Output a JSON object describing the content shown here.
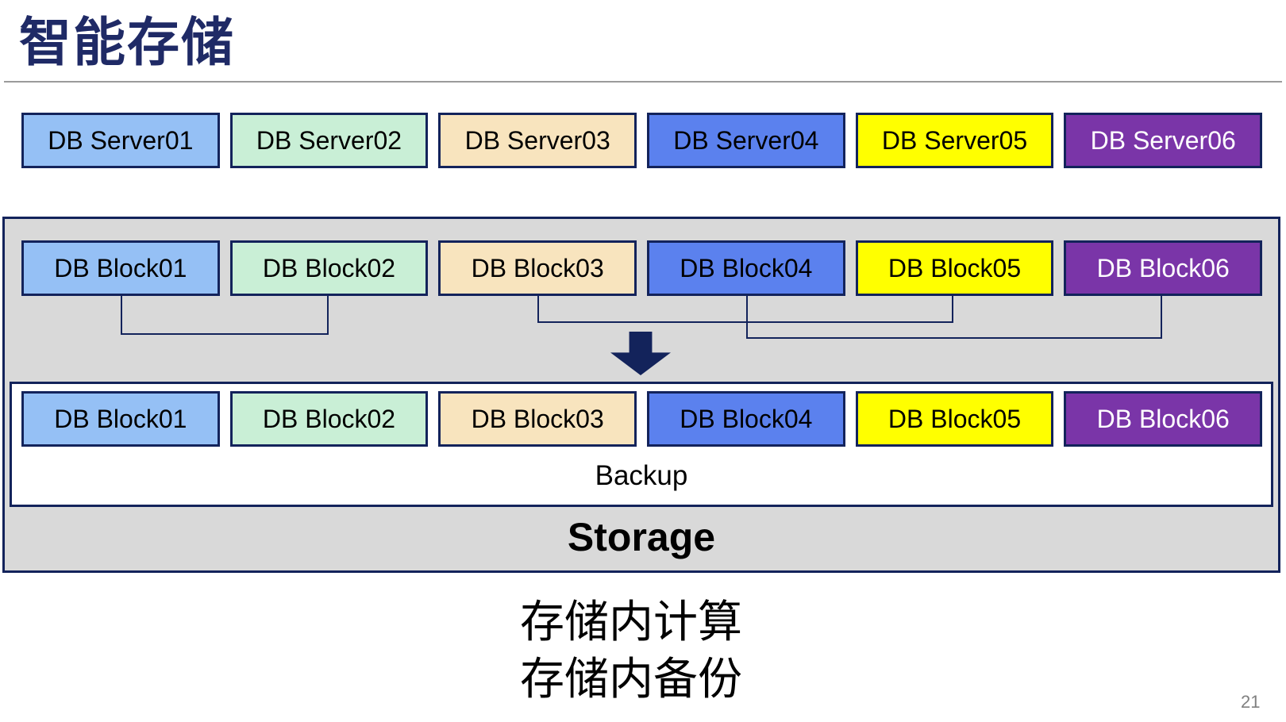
{
  "title": "智能存储",
  "page_number": "21",
  "captions": [
    "存储内计算",
    "存储内备份"
  ],
  "backup_label": "Backup",
  "storage_label": "Storage",
  "palette": {
    "title_color": "#1F2A66",
    "line_color": "#13235B",
    "container_fill": "#D9D9D9",
    "divider_color": "#9B9B9B",
    "page_number_color": "#808080"
  },
  "server_row": [
    {
      "label": "DB Server01",
      "fill": "#95C0F5",
      "text_color": "#000000"
    },
    {
      "label": "DB Server02",
      "fill": "#C9EFD6",
      "text_color": "#000000"
    },
    {
      "label": "DB Server03",
      "fill": "#F8E4BE",
      "text_color": "#000000"
    },
    {
      "label": "DB Server04",
      "fill": "#5B81EE",
      "text_color": "#000000"
    },
    {
      "label": "DB Server05",
      "fill": "#FFFF00",
      "text_color": "#000000"
    },
    {
      "label": "DB Server06",
      "fill": "#7A35A8",
      "text_color": "#FFFFFF"
    }
  ],
  "blocks": {
    "top": [
      {
        "label": "DB Block01",
        "fill": "#95C0F5",
        "text_color": "#000000"
      },
      {
        "label": "DB Block02",
        "fill": "#C9EFD6",
        "text_color": "#000000"
      },
      {
        "label": "DB Block03",
        "fill": "#F8E4BE",
        "text_color": "#000000"
      },
      {
        "label": "DB Block04",
        "fill": "#5B81EE",
        "text_color": "#000000"
      },
      {
        "label": "DB Block05",
        "fill": "#FFFF00",
        "text_color": "#000000"
      },
      {
        "label": "DB Block06",
        "fill": "#7A35A8",
        "text_color": "#FFFFFF"
      }
    ],
    "bottom": [
      {
        "label": "DB Block01",
        "fill": "#95C0F5",
        "text_color": "#000000"
      },
      {
        "label": "DB Block02",
        "fill": "#C9EFD6",
        "text_color": "#000000"
      },
      {
        "label": "DB Block03",
        "fill": "#F8E4BE",
        "text_color": "#000000"
      },
      {
        "label": "DB Block04",
        "fill": "#5B81EE",
        "text_color": "#000000"
      },
      {
        "label": "DB Block05",
        "fill": "#FFFF00",
        "text_color": "#000000"
      },
      {
        "label": "DB Block06",
        "fill": "#7A35A8",
        "text_color": "#FFFFFF"
      }
    ]
  },
  "connectors": [
    {
      "name": "connector-block01-block02"
    },
    {
      "name": "connector-block03-block05"
    },
    {
      "name": "connector-block04-block06"
    }
  ]
}
